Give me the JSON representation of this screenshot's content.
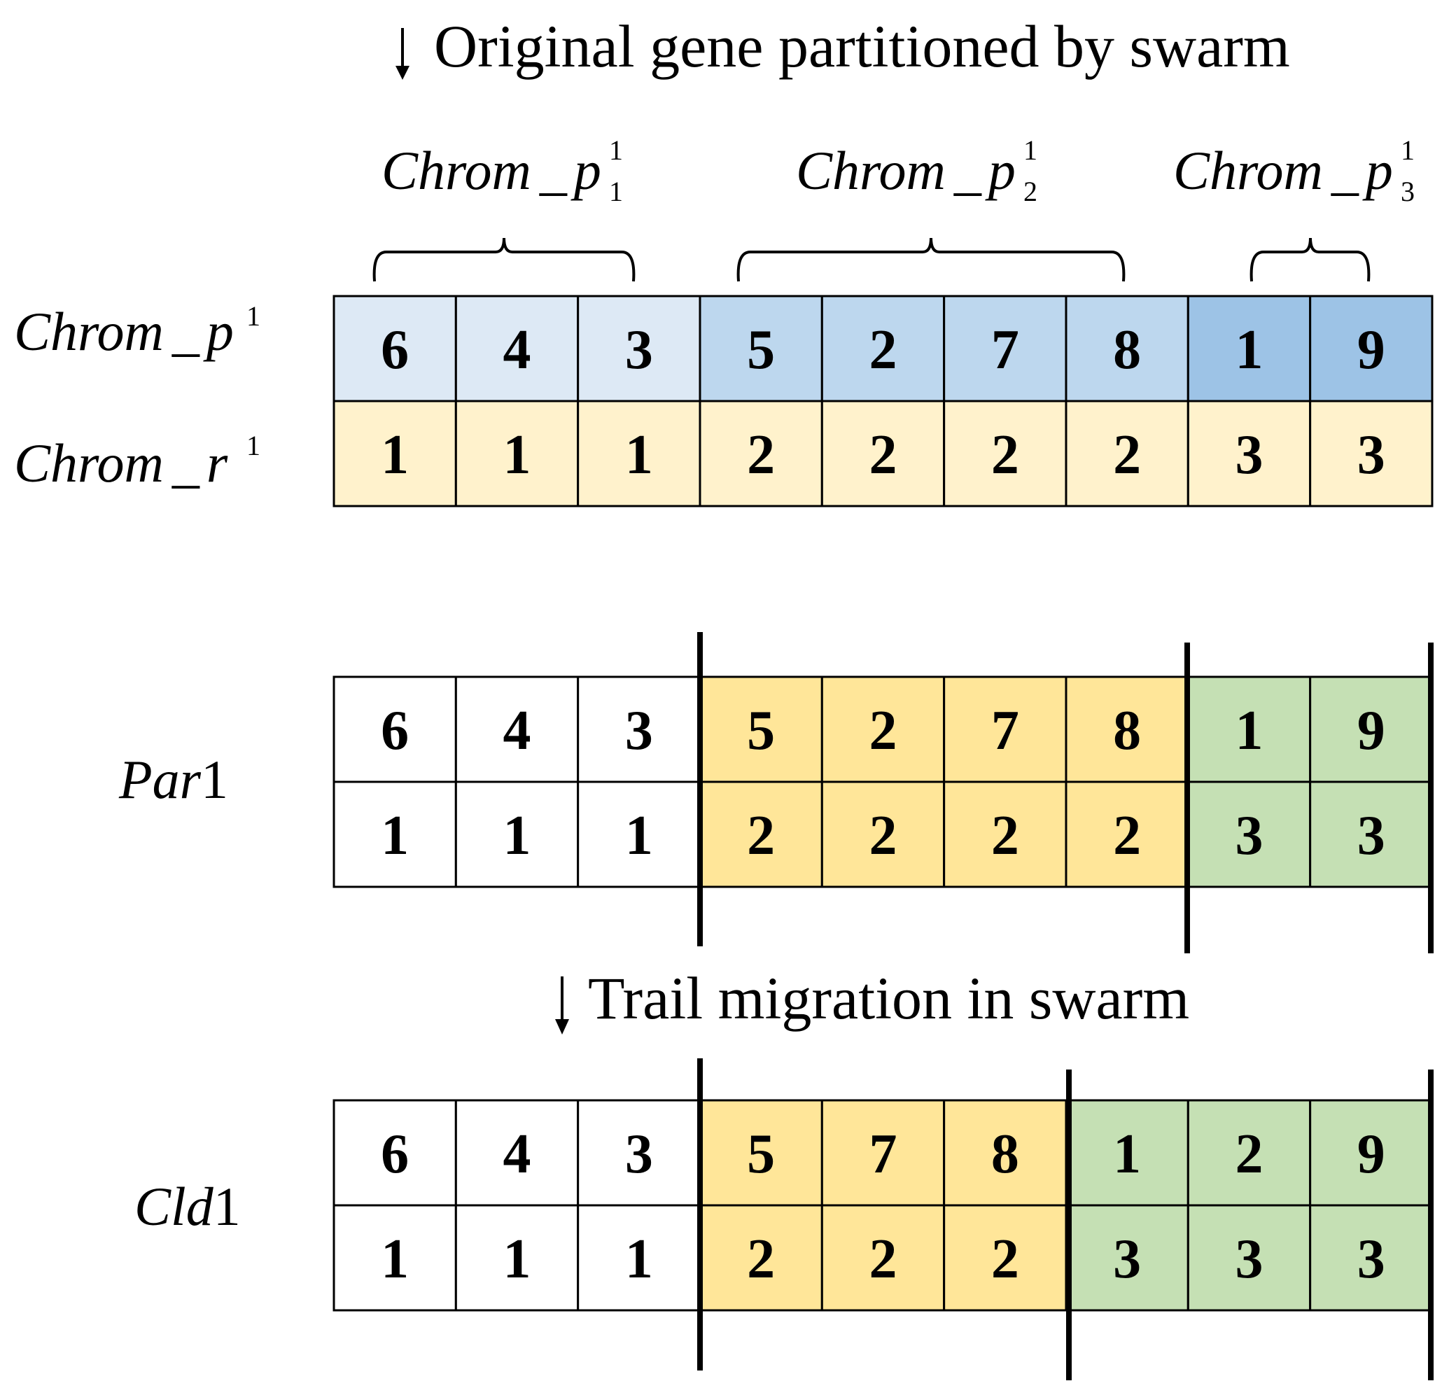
{
  "headings": {
    "step1": "Original gene partitioned by swarm",
    "step2": "Trail migration in swarm"
  },
  "part_labels": [
    {
      "base": "Chrom",
      "sep": "_",
      "var": "p",
      "sub": "1",
      "sup": "1"
    },
    {
      "base": "Chrom",
      "sep": "_",
      "var": "p",
      "sub": "2",
      "sup": "1"
    },
    {
      "base": "Chrom",
      "sep": "_",
      "var": "p",
      "sub": "3",
      "sup": "1"
    }
  ],
  "row_labels": {
    "p": {
      "base": "Chrom",
      "sep": "_",
      "var": "p",
      "sup": "1"
    },
    "r": {
      "base": "Chrom",
      "sep": "_",
      "var": "r",
      "sup": "1"
    },
    "par": {
      "italic": "Par",
      "num": "1"
    },
    "cld": {
      "italic": "Cld",
      "num": "1"
    }
  },
  "tables": {
    "chrom": {
      "genes": [
        "6",
        "4",
        "3",
        "5",
        "2",
        "7",
        "8",
        "1",
        "9"
      ],
      "swarms": [
        "1",
        "1",
        "1",
        "2",
        "2",
        "2",
        "2",
        "3",
        "3"
      ]
    },
    "par": {
      "genes": [
        "6",
        "4",
        "3",
        "5",
        "2",
        "7",
        "8",
        "1",
        "9"
      ],
      "swarms": [
        "1",
        "1",
        "1",
        "2",
        "2",
        "2",
        "2",
        "3",
        "3"
      ]
    },
    "cld": {
      "genes": [
        "6",
        "4",
        "3",
        "5",
        "7",
        "8",
        "1",
        "2",
        "9"
      ],
      "swarms": [
        "1",
        "1",
        "1",
        "2",
        "2",
        "2",
        "3",
        "3",
        "3"
      ]
    }
  },
  "colors": {
    "chrom_p": [
      "#dde9f5",
      "#bdd7ee",
      "#9dc3e6"
    ],
    "chrom_r": "#fff2cc",
    "group1": "#ffffff",
    "group2": "#ffe699",
    "group3": "#c5e0b4",
    "stroke": "#000000"
  }
}
